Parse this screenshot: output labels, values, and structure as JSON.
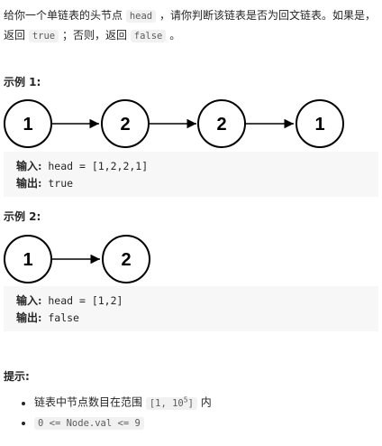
{
  "intro": {
    "t1": "给你一个单链表的头节点 ",
    "c1": "head",
    "t2": " ，请你判断该链表是否为回文链表。如果是，返回 ",
    "c2": "true",
    "t3": " ；否则，返回 ",
    "c3": "false",
    "t4": " 。"
  },
  "example1": {
    "title": "示例 1:",
    "nodes": [
      "1",
      "2",
      "2",
      "1"
    ],
    "input_label": "输入:",
    "input_value": " head = [1,2,2,1]",
    "output_label": "输出:",
    "output_value": " true"
  },
  "example2": {
    "title": "示例 2:",
    "nodes": [
      "1",
      "2"
    ],
    "input_label": "输入:",
    "input_value": " head = [1,2]",
    "output_label": "输出:",
    "output_value": " false"
  },
  "hints": {
    "title": "提示:",
    "item1_text": "链表中节点数目在范围 ",
    "item1_code_base": "[1, 10",
    "item1_code_sup": "5",
    "item1_code_end": "]",
    "item1_suffix": " 内",
    "item2_code": "0 <= Node.val <= 9"
  }
}
